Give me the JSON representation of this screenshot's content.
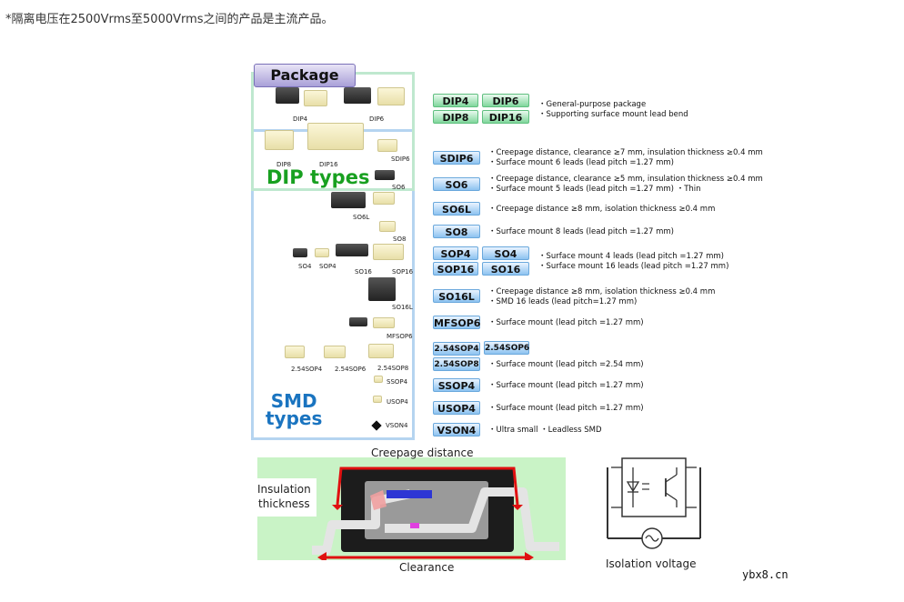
{
  "note": "*隔离电压在2500Vrms至5000Vrms之间的产品是主流产品。",
  "panel": {
    "title": "Package",
    "dip_types": "DIP types",
    "smd_types_line1": "SMD",
    "smd_types_line2": "types",
    "chips": {
      "dip4": "DIP4",
      "dip6": "DIP6",
      "dip8": "DIP8",
      "dip16": "DIP16",
      "sdip6": "SDIP6",
      "so6": "SO6",
      "so6l": "SO6L",
      "so8": "SO8",
      "so4": "SO4",
      "sop4": "SOP4",
      "so16": "SO16",
      "sop16": "SOP16",
      "so16l": "SO16L",
      "mfsop6": "MFSOP6",
      "sop254_4": "2.54SOP4",
      "sop254_6": "2.54SOP6",
      "sop254_8": "2.54SOP8",
      "ssop4": "SSOP4",
      "usop4": "USOP4",
      "vson4": "VSON4"
    }
  },
  "rows": [
    {
      "badges": [
        "DIP4",
        "DIP6",
        "DIP8",
        "DIP16"
      ],
      "desc": [
        "・General-purpose package",
        "・Supporting surface mount  lead bend"
      ]
    },
    {
      "badges": [
        "SDIP6"
      ],
      "desc": [
        "・Creepage distance, clearance ≥7  mm,  insulation thickness  ≥0.4  mm",
        "・Surface mount  6 leads (lead pitch =1.27  mm)"
      ]
    },
    {
      "badges": [
        "SO6"
      ],
      "desc": [
        "・Creepage distance, clearance ≥5  mm,  insulation thickness  ≥0.4  mm",
        "・Surface mount  5 leads (lead pitch =1.27  mm)  ・Thin"
      ]
    },
    {
      "badges": [
        "SO6L"
      ],
      "desc": [
        "・Creepage distance ≥8 mm,  isolation thickness  ≥0.4  mm"
      ]
    },
    {
      "badges": [
        "SO8"
      ],
      "desc": [
        "・Surface mount  8 leads (lead pitch =1.27  mm)"
      ]
    },
    {
      "badges": [
        "SOP4",
        "SO4",
        "SOP16",
        "SO16"
      ],
      "desc": [
        "・Surface mount  4 leads (lead pitch =1.27  mm)",
        "・Surface mount  16 leads (lead pitch =1.27  mm)"
      ]
    },
    {
      "badges": [
        "SO16L"
      ],
      "desc": [
        "・Creepage distance ≥8 mm,  isolation thickness  ≥0.4  mm",
        "・SMD 16 leads (lead pitch=1.27  mm)"
      ]
    },
    {
      "badges": [
        "MFSOP6"
      ],
      "desc": [
        "・Surface mount  (lead pitch =1.27  mm)"
      ]
    },
    {
      "badges": [
        "2.54SOP4",
        "2.54SOP6",
        "2.54SOP8"
      ],
      "desc": [
        "・Surface mount  (lead pitch =2.54  mm)"
      ]
    },
    {
      "badges": [
        "SSOP4"
      ],
      "desc": [
        "・Surface mount  (lead pitch =1.27  mm)"
      ]
    },
    {
      "badges": [
        "USOP4"
      ],
      "desc": [
        "・Surface mount  (lead pitch =1.27  mm)"
      ]
    },
    {
      "badges": [
        "VSON4"
      ],
      "desc": [
        "・Ultra small  ・Leadless SMD"
      ]
    }
  ],
  "cross_section": {
    "creepage": "Creepage distance",
    "insulation_line1": "Insulation",
    "insulation_line2": "thickness",
    "clearance": "Clearance"
  },
  "isolation_voltage": "Isolation voltage",
  "site": "ybx8.cn",
  "colors": {
    "dip_green": "#18a020",
    "smd_blue": "#1a74c0",
    "arrow_red": "#e01010",
    "badge_green": "#7fd69b",
    "badge_blue": "#8cc2f0"
  }
}
